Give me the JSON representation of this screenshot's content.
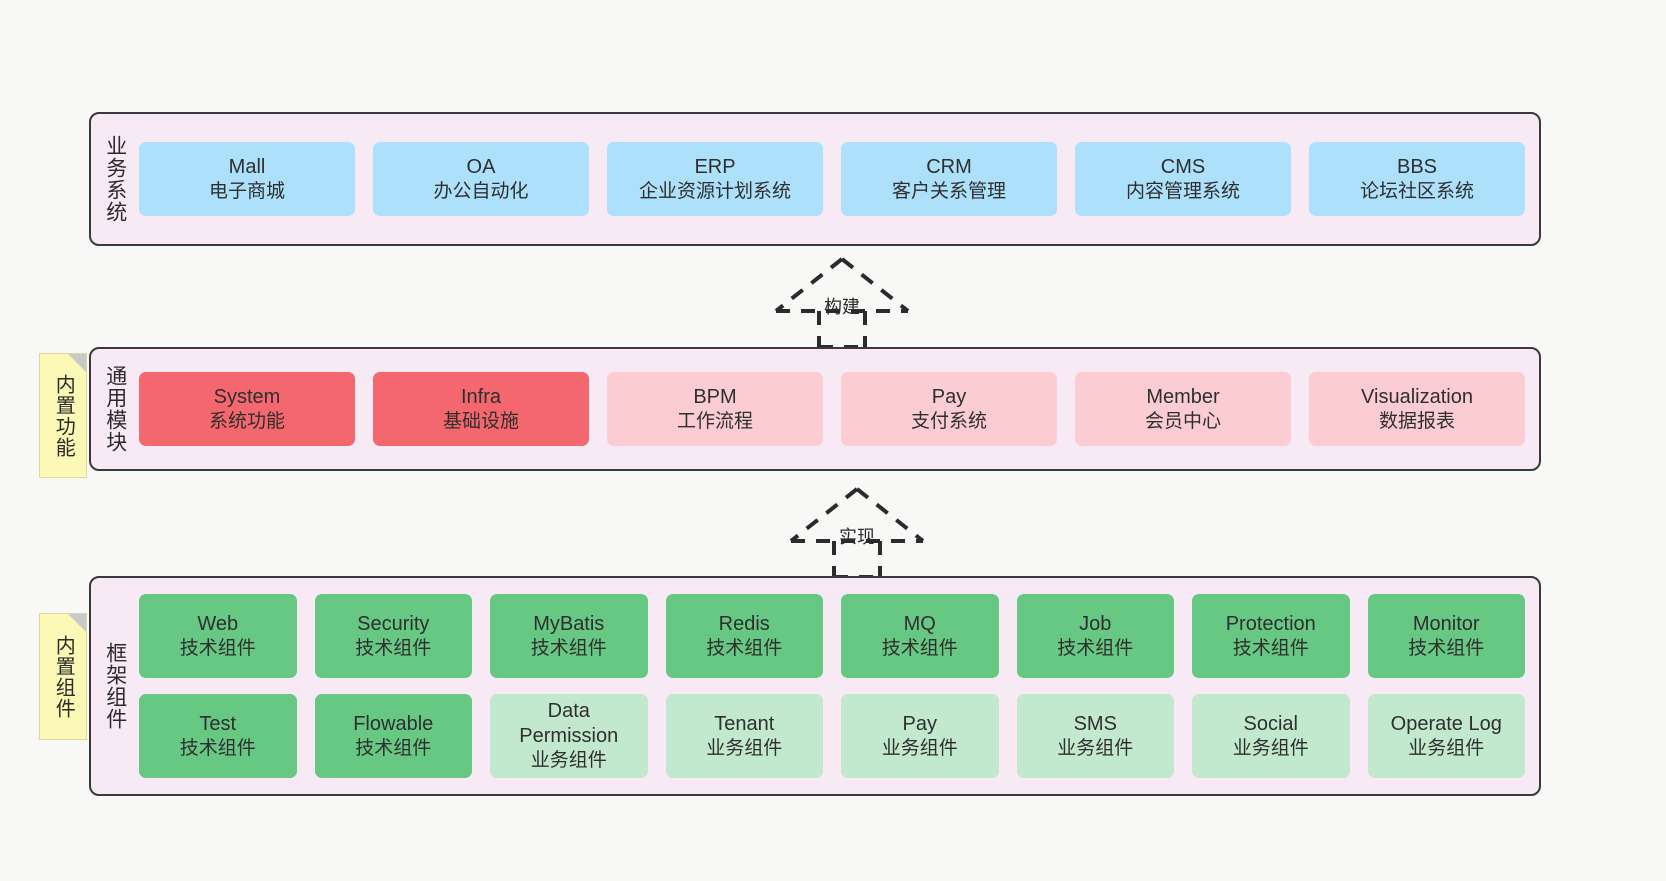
{
  "palette": {
    "background": "#f8f8f7",
    "band_fill": "#f8eaf4",
    "band_border": "#3a3a3a",
    "blue": "#ace0fb",
    "red": "#f4676e",
    "pink": "#fbcdd2",
    "green_dark": "#67c884",
    "green_light": "#c2e9ce",
    "sticky_yellow": "#fcf8b5"
  },
  "bands": {
    "business": {
      "label": "业务系统",
      "items": [
        {
          "en": "Mall",
          "cn": "电子商城",
          "color": "blue"
        },
        {
          "en": "OA",
          "cn": "办公自动化",
          "color": "blue"
        },
        {
          "en": "ERP",
          "cn": "企业资源计划系统",
          "color": "blue"
        },
        {
          "en": "CRM",
          "cn": "客户关系管理",
          "color": "blue"
        },
        {
          "en": "CMS",
          "cn": "内容管理系统",
          "color": "blue"
        },
        {
          "en": "BBS",
          "cn": "论坛社区系统",
          "color": "blue"
        }
      ]
    },
    "common": {
      "label": "通用模块",
      "sticky": "内置功能",
      "items": [
        {
          "en": "System",
          "cn": "系统功能",
          "color": "red"
        },
        {
          "en": "Infra",
          "cn": "基础设施",
          "color": "red"
        },
        {
          "en": "BPM",
          "cn": "工作流程",
          "color": "pink"
        },
        {
          "en": "Pay",
          "cn": "支付系统",
          "color": "pink"
        },
        {
          "en": "Member",
          "cn": "会员中心",
          "color": "pink"
        },
        {
          "en": "Visualization",
          "cn": "数据报表",
          "color": "pink"
        }
      ]
    },
    "framework": {
      "label": "框架组件",
      "sticky": "内置组件",
      "row1": [
        {
          "en": "Web",
          "cn": "技术组件",
          "color": "green-dark"
        },
        {
          "en": "Security",
          "cn": "技术组件",
          "color": "green-dark"
        },
        {
          "en": "MyBatis",
          "cn": "技术组件",
          "color": "green-dark"
        },
        {
          "en": "Redis",
          "cn": "技术组件",
          "color": "green-dark"
        },
        {
          "en": "MQ",
          "cn": "技术组件",
          "color": "green-dark"
        },
        {
          "en": "Job",
          "cn": "技术组件",
          "color": "green-dark"
        },
        {
          "en": "Protection",
          "cn": "技术组件",
          "color": "green-dark"
        },
        {
          "en": "Monitor",
          "cn": "技术组件",
          "color": "green-dark"
        }
      ],
      "row2": [
        {
          "en": "Test",
          "cn": "技术组件",
          "color": "green-dark"
        },
        {
          "en": "Flowable",
          "cn": "技术组件",
          "color": "green-dark"
        },
        {
          "en": "Data Permission",
          "cn": "业务组件",
          "color": "green-light"
        },
        {
          "en": "Tenant",
          "cn": "业务组件",
          "color": "green-light"
        },
        {
          "en": "Pay",
          "cn": "业务组件",
          "color": "green-light"
        },
        {
          "en": "SMS",
          "cn": "业务组件",
          "color": "green-light"
        },
        {
          "en": "Social",
          "cn": "业务组件",
          "color": "green-light"
        },
        {
          "en": "Operate Log",
          "cn": "业务组件",
          "color": "green-light"
        }
      ]
    }
  },
  "connectors": [
    {
      "name": "build",
      "label": "构建",
      "style": "dashed-hollow-triangle-up"
    },
    {
      "name": "realize",
      "label": "实现",
      "style": "dashed-hollow-triangle-up"
    }
  ]
}
